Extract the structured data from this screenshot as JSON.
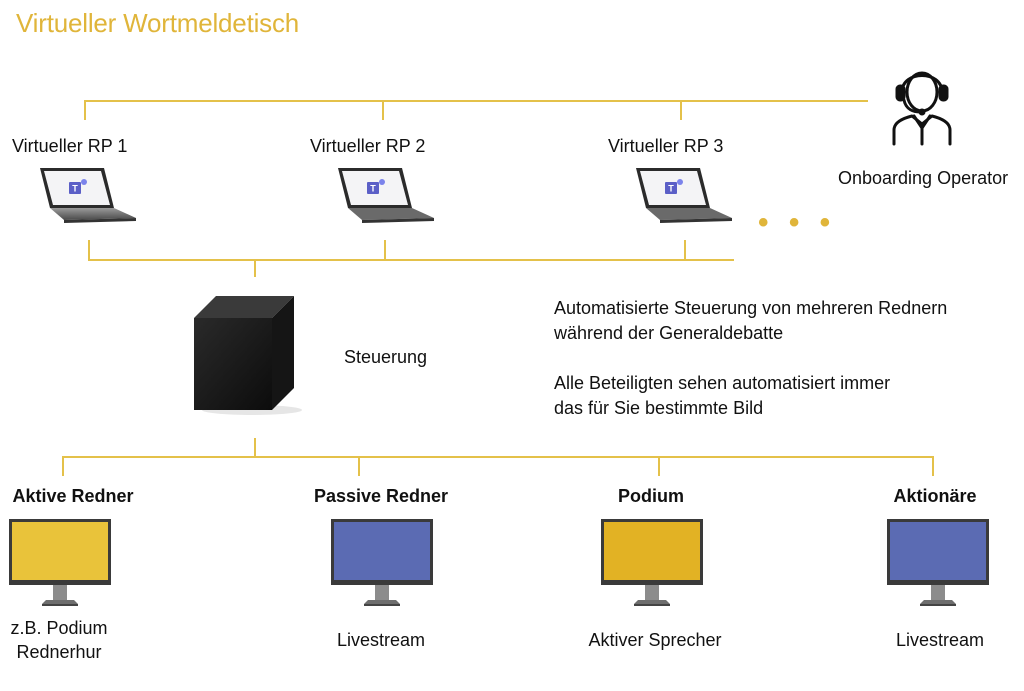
{
  "title": "Virtueller Wortmeldetisch",
  "colors": {
    "accent": "#e0b53a",
    "line": "#e4c14a",
    "monitor_yellow": "#e9c33a",
    "monitor_gold": "#e2b224",
    "monitor_blue": "#5b6bb3",
    "text": "#111111"
  },
  "operator": {
    "label": "Onboarding Operator",
    "icon": "headset-person-icon"
  },
  "rp": [
    {
      "label": "Virtueller RP 1",
      "icon": "laptop-teams-icon"
    },
    {
      "label": "Virtueller RP 2",
      "icon": "laptop-teams-icon"
    },
    {
      "label": "Virtueller RP 3",
      "icon": "laptop-teams-icon"
    }
  ],
  "more": "• • •",
  "control": {
    "label": "Steuerung",
    "icon": "black-cube-icon"
  },
  "info": {
    "line1": "Automatisierte Steuerung von mehreren Rednern",
    "line2": "während der Generaldebatte",
    "line3": "Alle Beteiligten sehen automatisiert immer",
    "line4": "das für Sie bestimmte Bild"
  },
  "outputs": [
    {
      "title": "Aktive Redner",
      "caption1": "z.B. Podium",
      "caption2": "Rednerhur",
      "color": "yellow"
    },
    {
      "title": "Passive Redner",
      "caption1": "Livestream",
      "caption2": "",
      "color": "blue"
    },
    {
      "title": "Podium",
      "caption1": "Aktiver Sprecher",
      "caption2": "",
      "color": "gold"
    },
    {
      "title": "Aktionäre",
      "caption1": "Livestream",
      "caption2": "",
      "color": "blue"
    }
  ]
}
